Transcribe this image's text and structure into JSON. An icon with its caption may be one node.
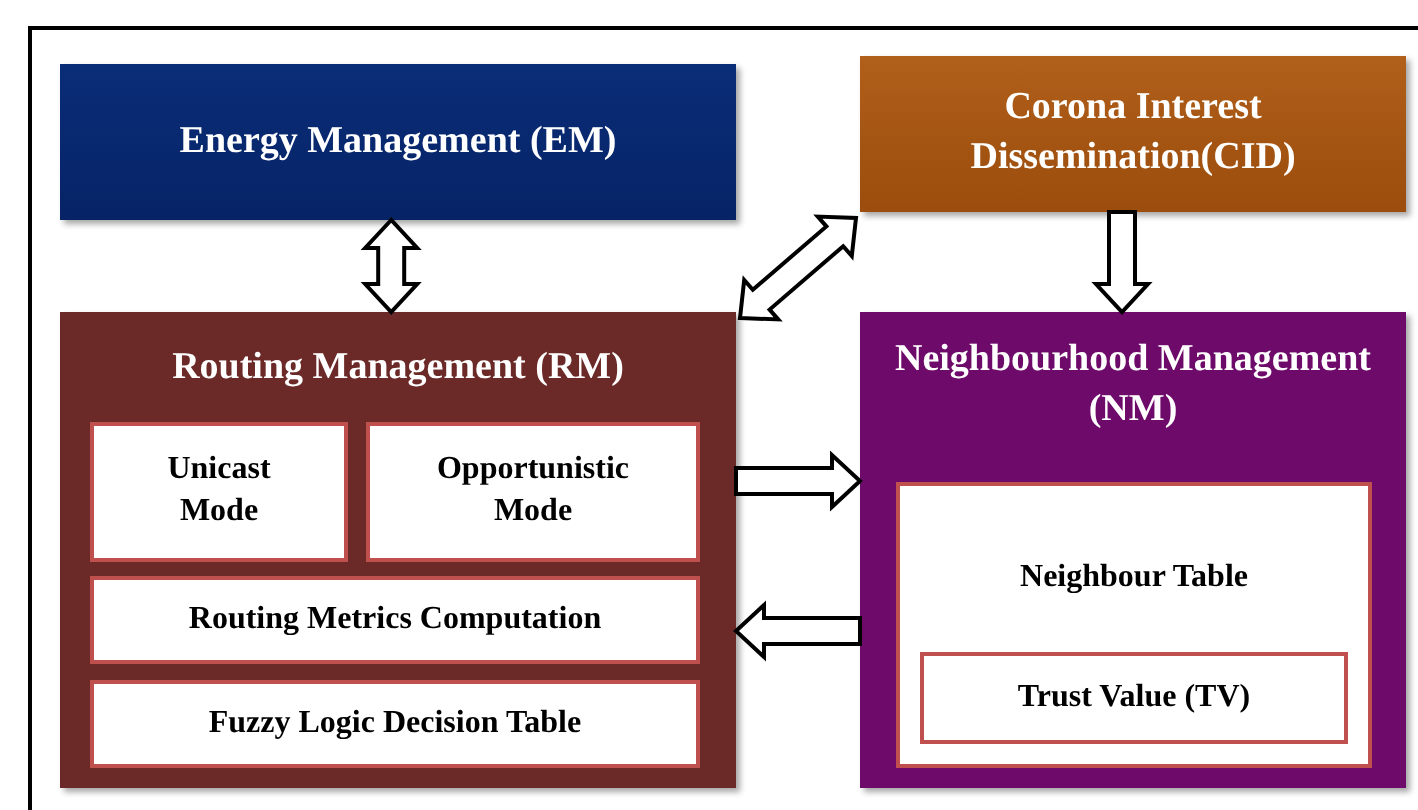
{
  "diagram": {
    "nodes": [
      {
        "text": [
          "Energy Management (EM)"
        ]
      },
      {
        "text": [
          "Corona Interest Dissemination(CID)"
        ]
      },
      {
        "text": [
          "Routing Management (RM)"
        ]
      },
      {
        "text": [
          "Unicast Mode"
        ],
        "in": 2
      },
      {
        "text": [
          "Opportunistic Mode"
        ],
        "in": 2
      },
      {
        "text": [
          "Routing Metrics Computation"
        ],
        "in": 2
      },
      {
        "text": [
          "Fuzzy Logic Decision Table"
        ],
        "in": 2
      },
      {
        "text": [
          "Neighbourhood Management (NM)"
        ]
      },
      {
        "text": [
          "Neighbour Table"
        ],
        "in": 7
      },
      {
        "text": [
          "Trust Value (TV)"
        ],
        "in": 8
      }
    ],
    "edges": [
      {
        "from": 0,
        "to": 2,
        "arrow": "both"
      },
      {
        "from": 2,
        "to": 1,
        "arrow": "both"
      },
      {
        "from": 1,
        "to": 7,
        "arrow": "to"
      },
      {
        "from": 2,
        "to": 7,
        "arrow": "to"
      },
      {
        "from": 7,
        "to": 2,
        "arrow": "to"
      }
    ]
  }
}
